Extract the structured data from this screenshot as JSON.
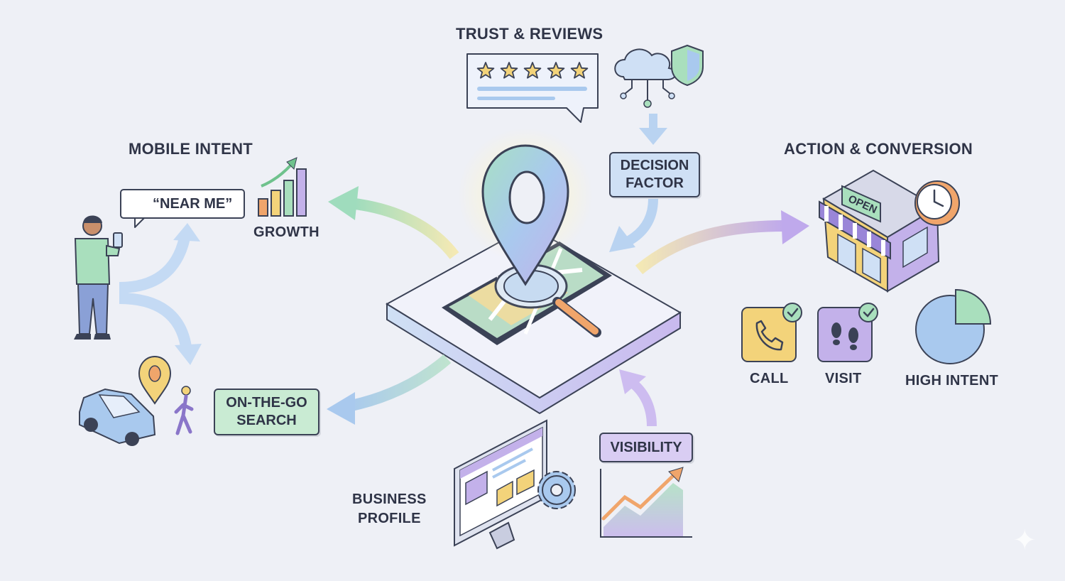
{
  "sections": {
    "mobile_intent": "MOBILE INTENT",
    "trust_reviews": "TRUST & REVIEWS",
    "action_conversion": "ACTION & CONVERSION",
    "business_profile_line1": "BUSINESS",
    "business_profile_line2": "PROFILE"
  },
  "search_query": "“NEAR ME”",
  "labels": {
    "growth": "GROWTH",
    "call": "CALL",
    "visit": "VISIT",
    "high_intent": "HIGH INTENT"
  },
  "pills": {
    "decision_line1": "DECISION",
    "decision_line2": "FACTOR",
    "onthego_line1": "ON-THE-GO",
    "onthego_line2": "SEARCH",
    "visibility": "VISIBILITY"
  },
  "store_sign": "OPEN",
  "review_stars": 5,
  "colors": {
    "green": "#a9dfbd",
    "blue": "#a9c9ee",
    "purple": "#c3b1ea",
    "yellow": "#f3d37a",
    "orange": "#f0a56b"
  }
}
